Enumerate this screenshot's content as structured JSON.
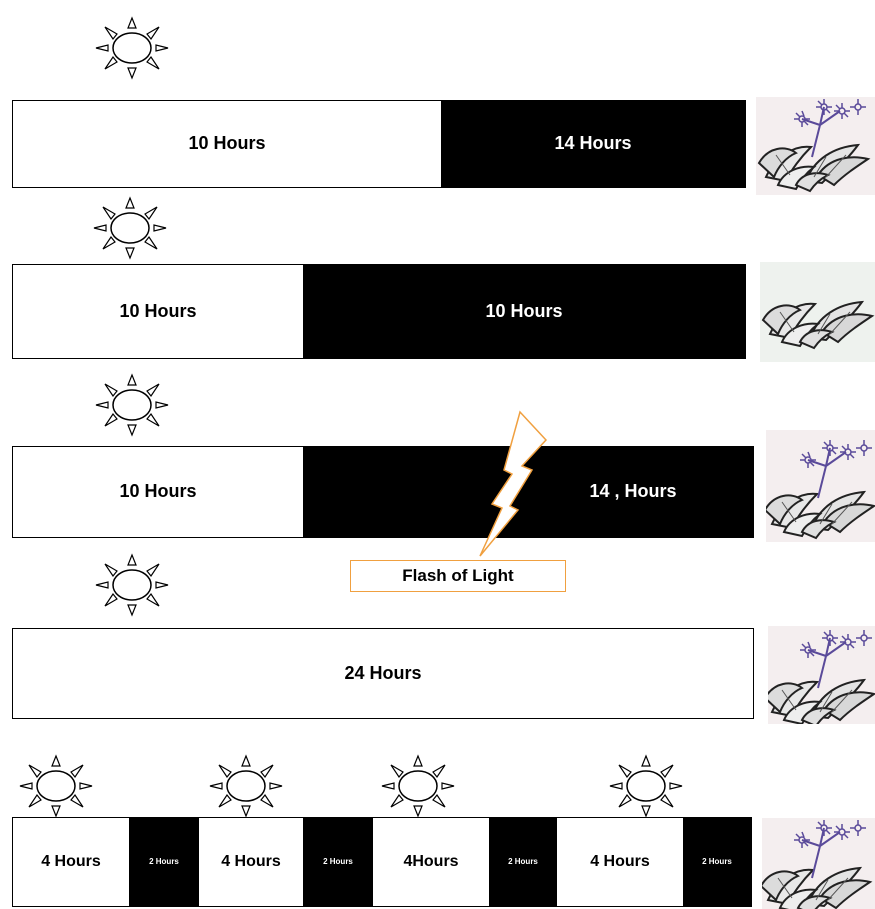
{
  "rows": [
    {
      "segments": [
        {
          "label": "10 Hours",
          "tone": "light"
        },
        {
          "label": "14  Hours",
          "tone": "dark"
        }
      ],
      "plant": "flowering-plant"
    },
    {
      "segments": [
        {
          "label": "10 Hours",
          "tone": "light"
        },
        {
          "label": "10  Hours",
          "tone": "dark"
        }
      ],
      "plant": "leafy-plant"
    },
    {
      "segments": [
        {
          "label": "10 Hours",
          "tone": "light"
        },
        {
          "label": "14 ,  Hours",
          "tone": "dark"
        }
      ],
      "plant": "flowering-plant",
      "flash_label": "Flash of Light"
    },
    {
      "segments": [
        {
          "label": "24 Hours",
          "tone": "light"
        }
      ],
      "plant": "flowering-plant"
    },
    {
      "segments": [
        {
          "label": "4 Hours",
          "tone": "light"
        },
        {
          "label": "2 Hours",
          "tone": "dark"
        },
        {
          "label": "4 Hours",
          "tone": "light"
        },
        {
          "label": "2 Hours",
          "tone": "dark"
        },
        {
          "label": "4Hours",
          "tone": "light"
        },
        {
          "label": "2 Hours",
          "tone": "dark"
        },
        {
          "label": "4  Hours",
          "tone": "light"
        },
        {
          "label": "2 Hours",
          "tone": "dark"
        }
      ],
      "plant": "flowering-plant"
    }
  ],
  "icons": {
    "sun": "sun-icon",
    "lightning": "lightning-bolt-icon"
  },
  "colors": {
    "light": "#ffffff",
    "dark": "#000000",
    "flash_border": "#f0a040",
    "flower": "#5a4a9a"
  }
}
